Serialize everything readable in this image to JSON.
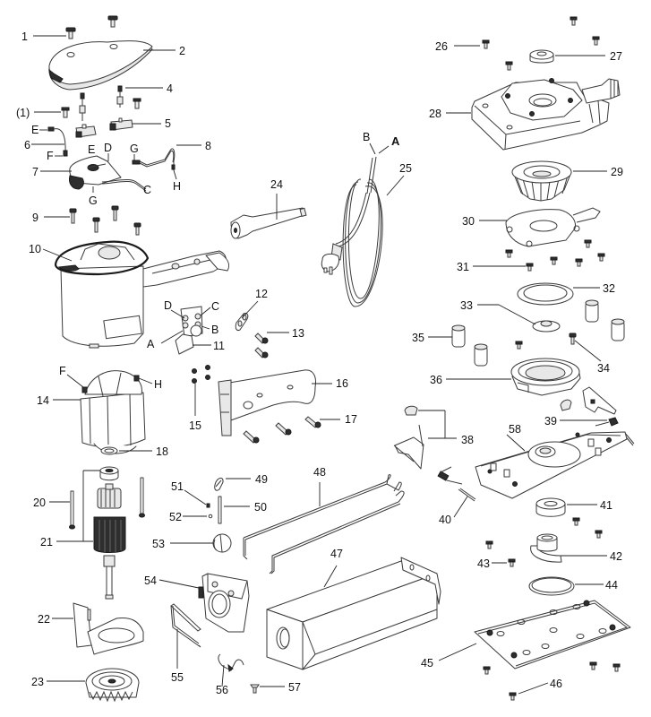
{
  "diagram": {
    "type": "exploded-parts-diagram",
    "subject": "orbital sander",
    "callouts": {
      "p1": "1",
      "p1b": "(1)",
      "p2": "2",
      "p4": "4",
      "p5": "5",
      "p6": "6",
      "p7": "7",
      "p8": "8",
      "p9": "9",
      "p10": "10",
      "p11": "11",
      "p12": "12",
      "p13": "13",
      "p14": "14",
      "p15": "15",
      "p16": "16",
      "p17": "17",
      "p18": "18",
      "p20": "20",
      "p21": "21",
      "p22": "22",
      "p23": "23",
      "p24": "24",
      "p25": "25",
      "p26": "26",
      "p27": "27",
      "p28": "28",
      "p29": "29",
      "p30": "30",
      "p31": "31",
      "p32": "32",
      "p33": "33",
      "p34": "34",
      "p35": "35",
      "p36": "36",
      "p38": "38",
      "p39": "39",
      "p40": "40",
      "p41": "41",
      "p42": "42",
      "p43": "43",
      "p44": "44",
      "p45": "45",
      "p46": "46",
      "p47": "47",
      "p48": "48",
      "p49": "49",
      "p50": "50",
      "p51": "51",
      "p52": "52",
      "p53": "53",
      "p54": "54",
      "p55": "55",
      "p56": "56",
      "p57": "57",
      "p58": "58"
    },
    "connector_labels": {
      "wire6_end_a": "E",
      "wire6_end_b": "F",
      "switch7_e": "E",
      "switch7_d": "D",
      "switch7_c": "C",
      "switch7_g": "G",
      "wire8_g": "G",
      "wire8_h": "H",
      "terminal11_a": "A",
      "terminal11_b": "B",
      "terminal11_c": "C",
      "terminal11_d": "D",
      "stator14_f": "F",
      "stator14_h": "H",
      "cord25_a": "A",
      "cord25_b": "B"
    }
  }
}
